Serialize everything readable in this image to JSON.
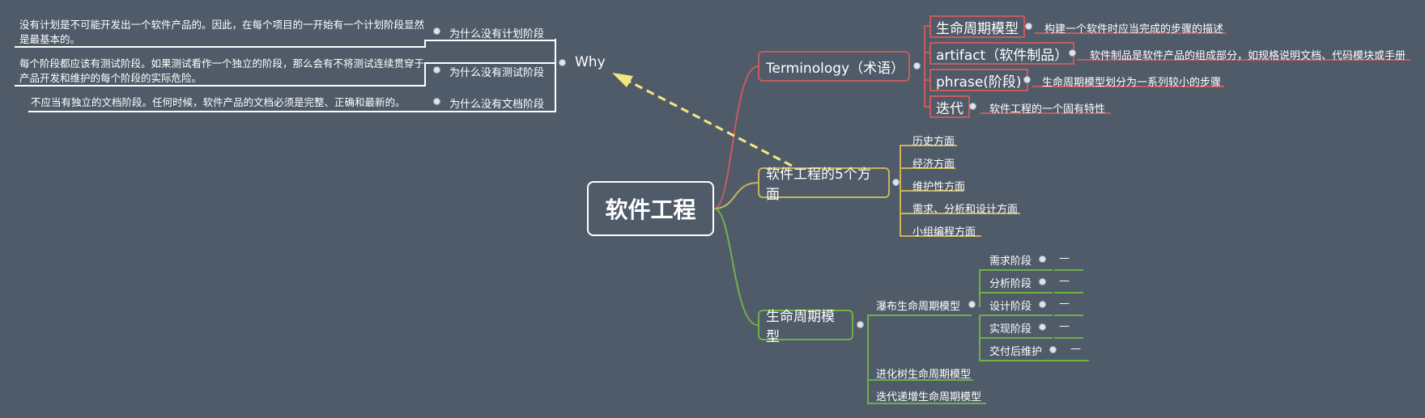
{
  "central": "软件工程",
  "branches": {
    "terminology": {
      "label": "Terminology（术语）",
      "items": [
        {
          "term": "生命周期模型",
          "desc": "构建一个软件时应当完成的步骤的描述"
        },
        {
          "term": "artifact（软件制品）",
          "desc": "软件制品是软件产品的组成部分，如规格说明文档、代码模块或手册"
        },
        {
          "term": "phrase(阶段)",
          "desc": "生命周期模型划分为一系列较小的步骤"
        },
        {
          "term": "迭代",
          "desc": "软件工程的一个固有特性"
        }
      ]
    },
    "aspects": {
      "label": "软件工程的5个方面",
      "items": [
        "历史方面",
        "经济方面",
        "维护性方面",
        "需求、分析和设计方面",
        "小组编程方面"
      ]
    },
    "lifecycle": {
      "label": "生命周期模型",
      "waterfall": {
        "label": "瀑布生命周期模型",
        "phases": [
          "需求阶段",
          "分析阶段",
          "设计阶段",
          "实现阶段",
          "交付后维护"
        ],
        "phase_placeholder": "—"
      },
      "others": [
        "进化树生命周期模型",
        "迭代递增生命周期模型"
      ]
    }
  },
  "why": {
    "label": "Why",
    "items": [
      {
        "question": "为什么没有计划阶段",
        "answer": "没有计划是不可能开发出一个软件产品的。因此，在每个项目的一开始有一个计划阶段显然是最基本的。"
      },
      {
        "question": "为什么没有测试阶段",
        "answer": "每个阶段都应该有测试阶段。如果测试看作一个独立的阶段，那么会有不将测试连续贯穿于产品开发和维护的每个阶段的实际危险。"
      },
      {
        "question": "为什么没有文档阶段",
        "answer": "不应当有独立的文档阶段。任何时候，软件产品的文档必须是完整、正确和最新的。"
      }
    ]
  },
  "colors": {
    "background": "#4f5b69",
    "terminology": "#c75b5e",
    "aspects": "#c9b45a",
    "lifecycle": "#6fb04a",
    "why_arrow": "#f2e77f",
    "why_lines": "#ffffff"
  }
}
